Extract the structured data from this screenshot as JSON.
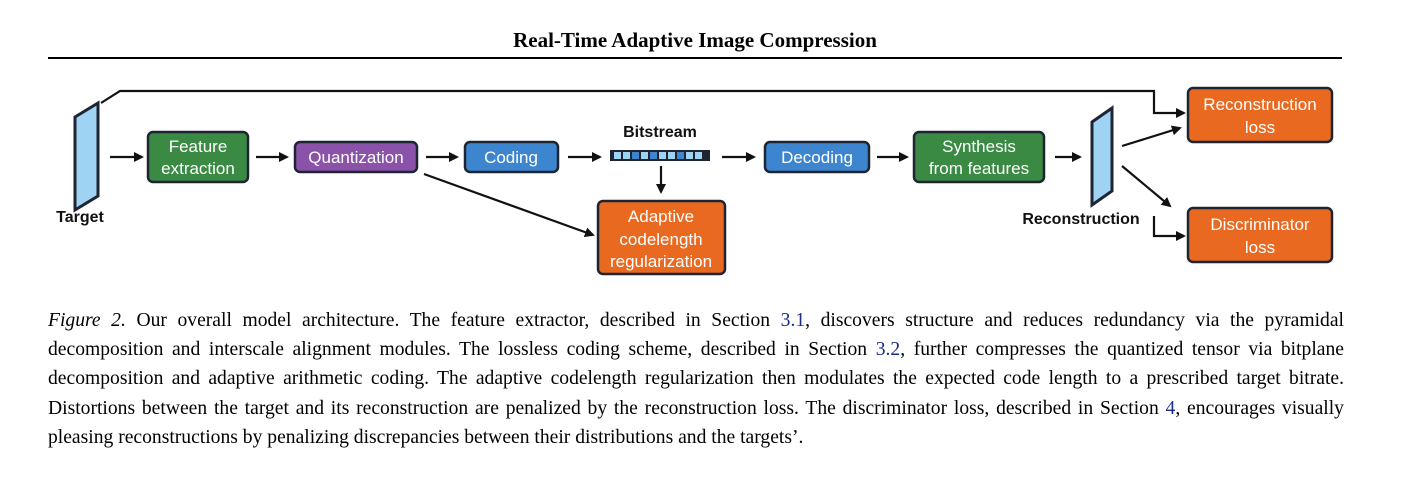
{
  "header": {
    "title": "Real-Time Adaptive Image Compression"
  },
  "diagram": {
    "nodes": {
      "feature_extraction": {
        "lines": [
          "Feature",
          "extraction"
        ]
      },
      "quantization": {
        "lines": [
          "Quantization"
        ]
      },
      "coding": {
        "lines": [
          "Coding"
        ]
      },
      "decoding": {
        "lines": [
          "Decoding"
        ]
      },
      "synthesis": {
        "lines": [
          "Synthesis",
          "from features"
        ]
      },
      "adaptive_codelength": {
        "lines": [
          "Adaptive",
          "codelength",
          "regularization"
        ]
      },
      "reconstruction_loss": {
        "lines": [
          "Reconstruction",
          "loss"
        ]
      },
      "discriminator_loss": {
        "lines": [
          "Discriminator",
          "loss"
        ]
      }
    },
    "labels": {
      "target": "Target",
      "bitstream": "Bitstream",
      "reconstruction": "Reconstruction"
    },
    "colors": {
      "green": "#3a8a44",
      "purple": "#8a52a8",
      "blue": "#3d86cf",
      "orange": "#e8691f",
      "image_plane": "#9fd3f3",
      "stroke": "#1f2433"
    }
  },
  "caption": {
    "figure_label": "Figure 2.",
    "part1": " Our overall model architecture.  The feature extractor, described in Section ",
    "ref1": "3.1",
    "part2": ", discovers structure and reduces redundancy via the pyramidal decomposition and interscale alignment modules.  The lossless coding scheme, described in Section ",
    "ref2": "3.2",
    "part3": ", further compresses the quantized tensor via bitplane decomposition and adaptive arithmetic coding.  The adaptive codelength regularization then modulates the expected code length to a prescribed target bitrate. Distortions between the target and its reconstruction are penalized by the reconstruction loss.  The discriminator loss, described in Section ",
    "ref3": "4",
    "part4": ", encourages visually pleasing reconstructions by penalizing discrepancies between their distributions and the targets’."
  }
}
